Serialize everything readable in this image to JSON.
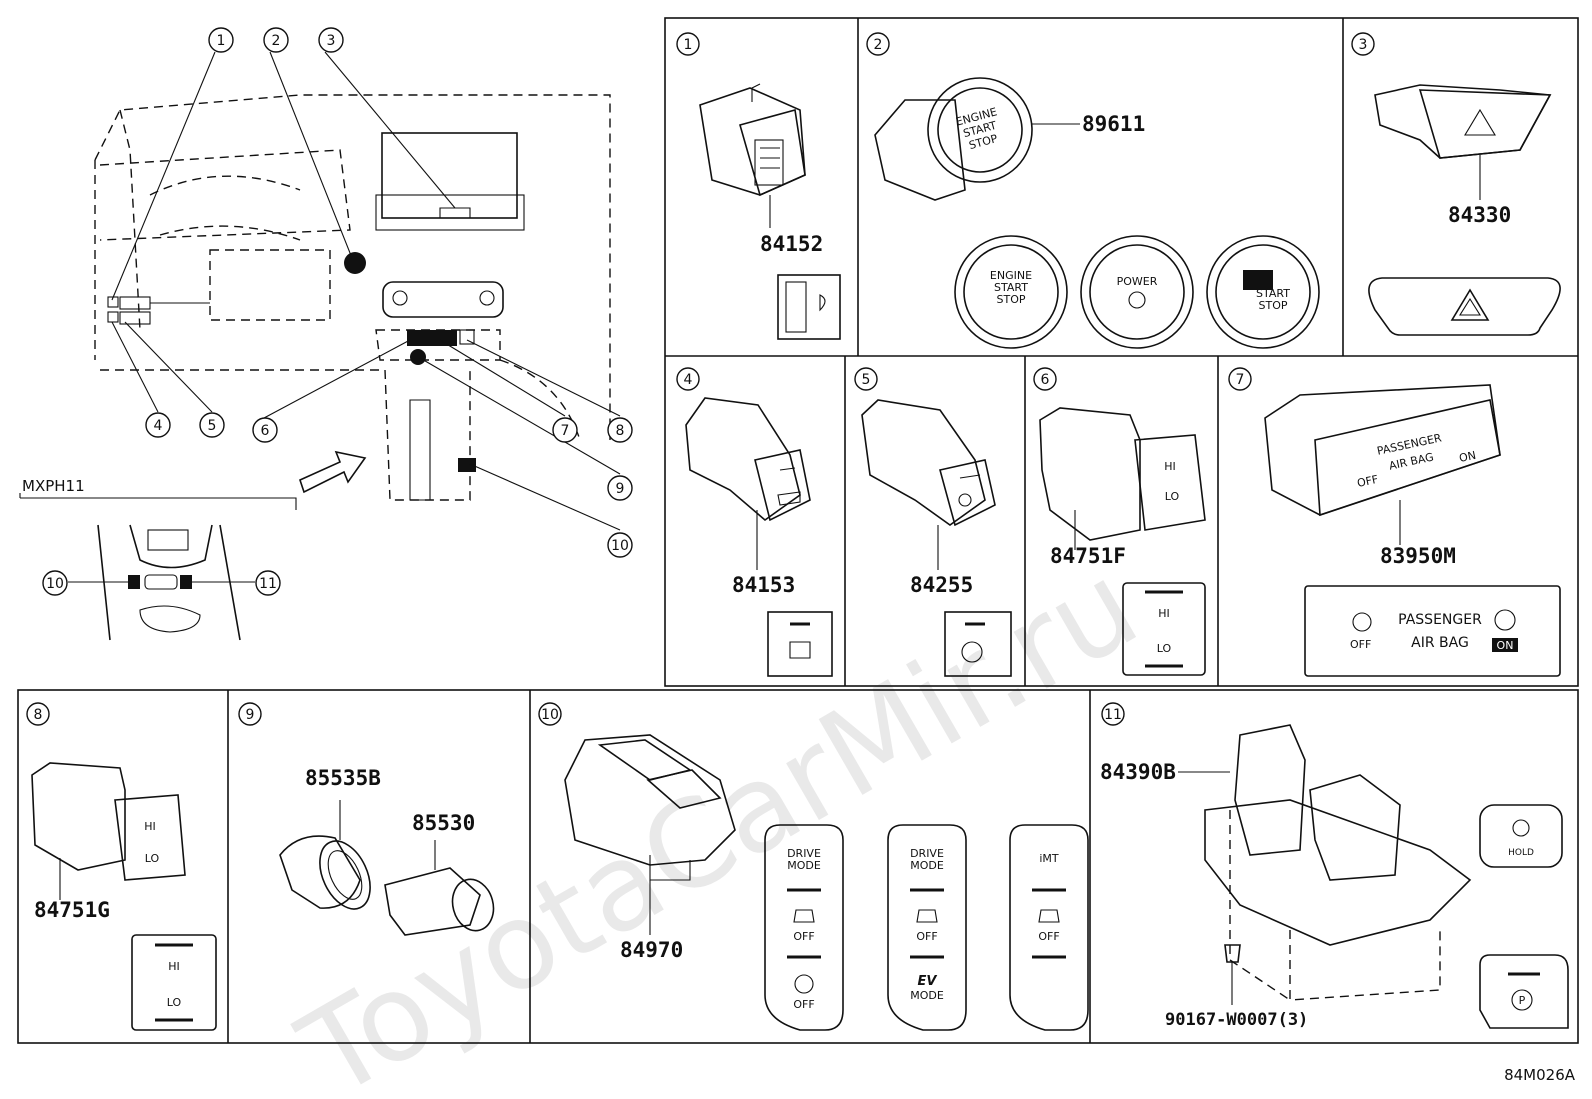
{
  "watermark": "ToyotaCarMir.ru",
  "figure_code": "84M026A",
  "variant_label": "MXPH11",
  "overview_callouts": [
    "1",
    "2",
    "3",
    "4",
    "5",
    "6",
    "7",
    "8",
    "9",
    "10"
  ],
  "inset_callouts": [
    "10",
    "11"
  ],
  "panels": [
    {
      "num": "1",
      "parts": [
        "84152"
      ]
    },
    {
      "num": "2",
      "parts": [
        "89611"
      ],
      "buttons": [
        {
          "lines": [
            "ENGINE",
            "START",
            "STOP"
          ]
        },
        {
          "lines": [
            "POWER"
          ]
        },
        {
          "lines": [
            "START",
            "STOP"
          ]
        }
      ]
    },
    {
      "num": "3",
      "parts": [
        "84330"
      ]
    },
    {
      "num": "4",
      "parts": [
        "84153"
      ]
    },
    {
      "num": "5",
      "parts": [
        "84255"
      ]
    },
    {
      "num": "6",
      "parts": [
        "84751F"
      ],
      "switch_text": [
        "HI",
        "LO"
      ]
    },
    {
      "num": "7",
      "parts": [
        "83950M"
      ],
      "indicator": {
        "off": "OFF",
        "line1": "PASSENGER",
        "line2": "AIR BAG",
        "on": "ON"
      }
    },
    {
      "num": "8",
      "parts": [
        "84751G"
      ],
      "switch_text": [
        "HI",
        "LO"
      ]
    },
    {
      "num": "9",
      "parts": [
        "85535B",
        "85530"
      ]
    },
    {
      "num": "10",
      "parts": [
        "84970"
      ],
      "variants": [
        {
          "top": [
            "DRIVE",
            "MODE"
          ],
          "mid": "OFF",
          "bottom": [
            "OFF"
          ]
        },
        {
          "top": [
            "DRIVE",
            "MODE"
          ],
          "mid": "OFF",
          "bottom": [
            "EV",
            "MODE"
          ]
        },
        {
          "top": [
            "iMT"
          ],
          "mid": "OFF",
          "bottom": []
        }
      ]
    },
    {
      "num": "11",
      "parts": [
        "84390B",
        "90167-W0007(3)"
      ],
      "buttons": [
        "HOLD"
      ]
    }
  ]
}
